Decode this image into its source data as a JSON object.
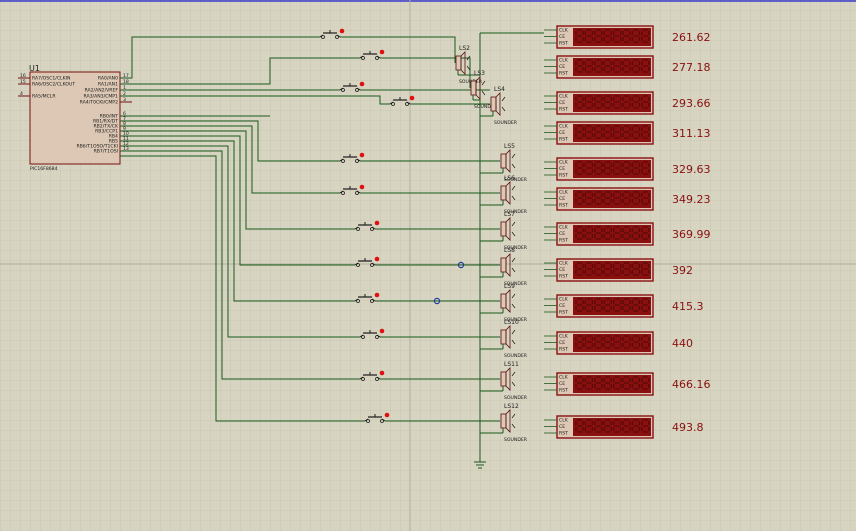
{
  "colors": {
    "background": "#d7d4c1",
    "grid": "#c0bca8",
    "wire": "#1b5a1b",
    "component_outline": "#7a1010",
    "component_fill": "#dcc8b4",
    "display_bezel": "#8a1010",
    "segment": "#5a0a0a",
    "frequency_text": "#8a1010",
    "junction": "#1f3c9a",
    "button_dot": "#e01010"
  },
  "microcontroller": {
    "designator": "U1",
    "part": "PIC16F8684",
    "left_pins": [
      {
        "num": "16",
        "name": "RA7/OSC1/CLKIN"
      },
      {
        "num": "15",
        "name": "RA6/OSC2/CLKOUT"
      },
      {
        "num": "4",
        "name": "RA5/MCLR"
      }
    ],
    "right_pins": [
      {
        "num": "17",
        "name": "RA0/AN0"
      },
      {
        "num": "18",
        "name": "RA1/AN1"
      },
      {
        "num": "1",
        "name": "RA2/AN2/VREF"
      },
      {
        "num": "2",
        "name": "RA3/AN3/CMP1"
      },
      {
        "num": "3",
        "name": "RA4/T0CKI/CMP2"
      },
      {
        "num": "6",
        "name": "RB0/INT"
      },
      {
        "num": "7",
        "name": "RB1/RX/DT"
      },
      {
        "num": "8",
        "name": "RB2/TX/CK"
      },
      {
        "num": "9",
        "name": "RB3/CCP1"
      },
      {
        "num": "10",
        "name": "RB4"
      },
      {
        "num": "11",
        "name": "RB5"
      },
      {
        "num": "12",
        "name": "RB6/T1OSO/T1CKI"
      },
      {
        "num": "13",
        "name": "RB7/T1OSI"
      }
    ]
  },
  "display_pins": [
    "CLK",
    "CE",
    "RST"
  ],
  "sounder_text": "SOUNDER",
  "sounders": [
    "LS2",
    "LS3",
    "LS4",
    "LS5",
    "LS6",
    "LS7",
    "LS8",
    "LS9",
    "LS10",
    "LS11",
    "LS12"
  ],
  "frequencies": [
    "261.62",
    "277.18",
    "293.66",
    "311.13",
    "329.63",
    "349.23",
    "369.99",
    "392",
    "415.3",
    "440",
    "466.16",
    "493.8"
  ]
}
